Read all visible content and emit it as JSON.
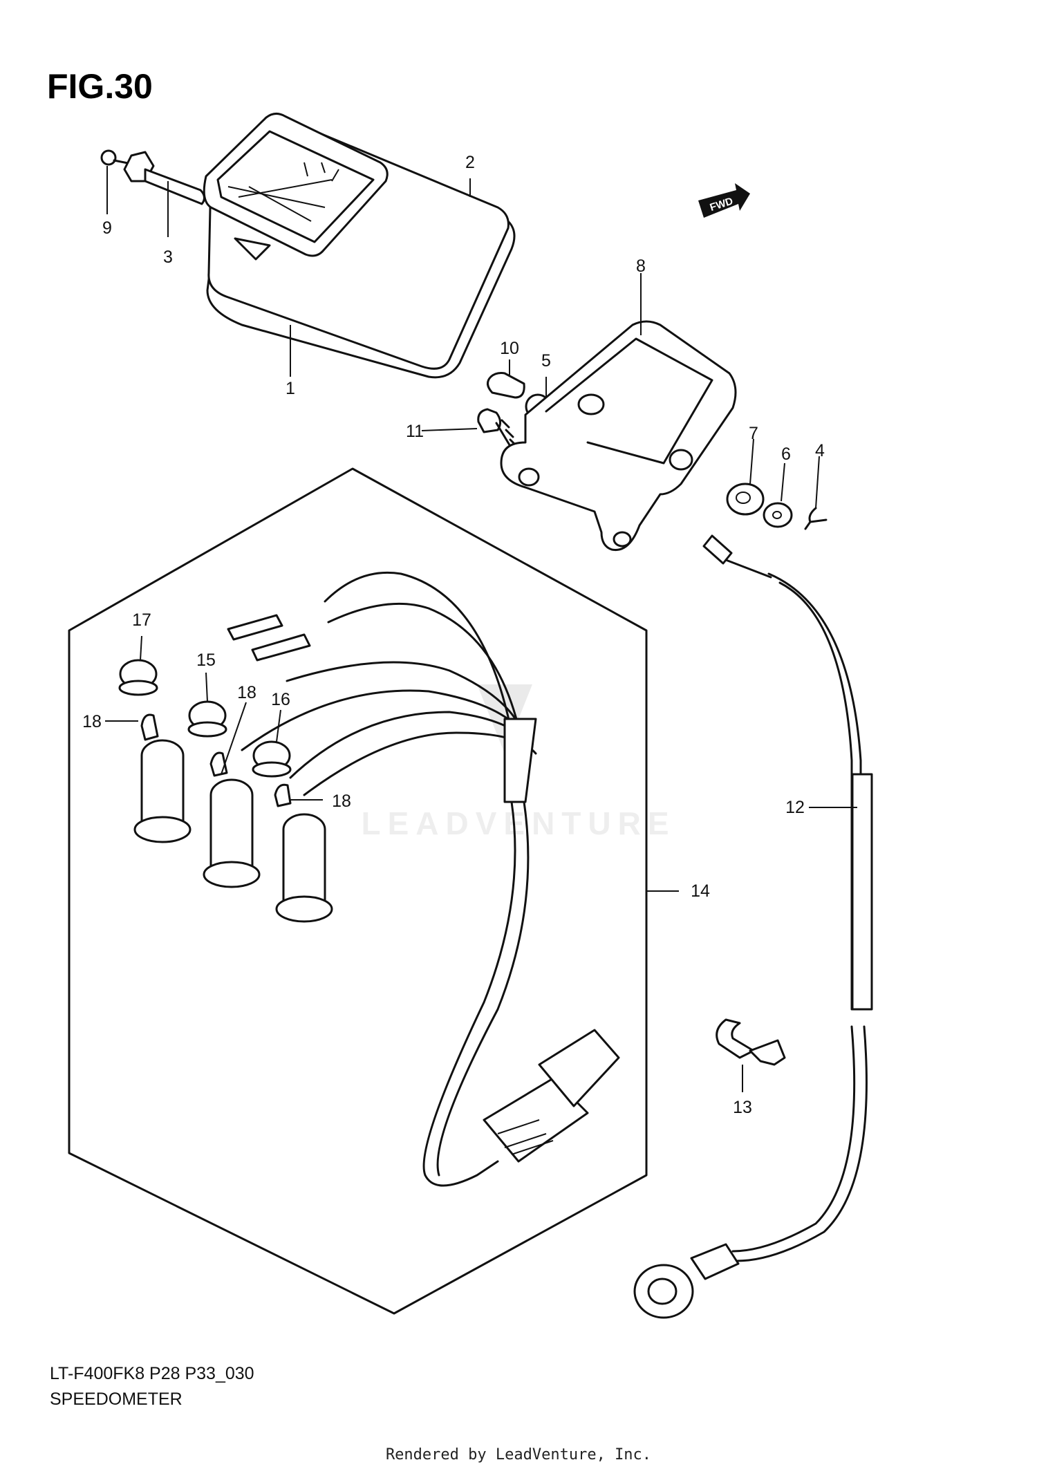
{
  "figure": {
    "title": "FIG.30",
    "model_code": "LT-F400FK8 P28 P33_030",
    "assembly_name": "SPEEDOMETER",
    "render_credit": "Rendered by LeadVenture, Inc.",
    "watermark": "LEADVENTURE",
    "direction_badge": "FWD"
  },
  "callouts": [
    "1",
    "2",
    "3",
    "4",
    "5",
    "6",
    "7",
    "8",
    "9",
    "10",
    "11",
    "12",
    "13",
    "14",
    "15",
    "16",
    "17",
    "18",
    "18",
    "18"
  ]
}
